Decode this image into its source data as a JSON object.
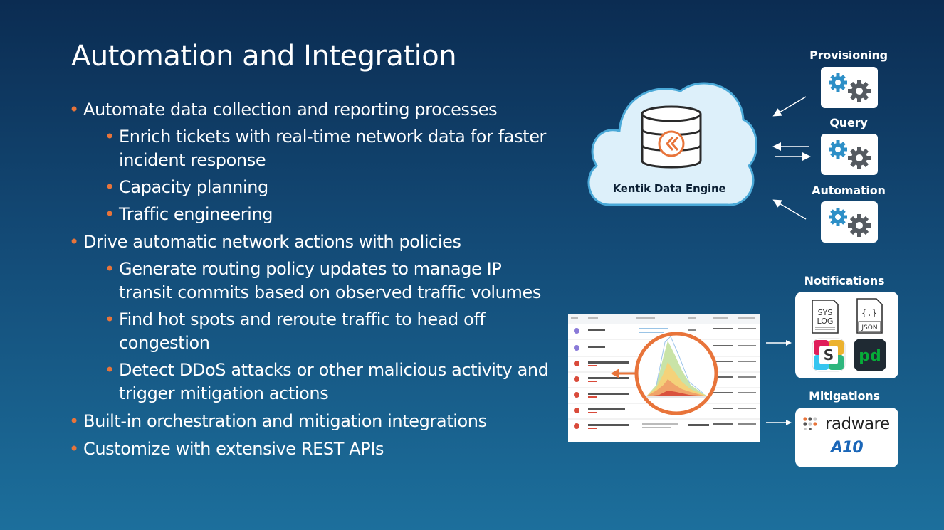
{
  "slide": {
    "title": "Automation and Integration",
    "bullets": [
      {
        "level": 1,
        "text": "Automate data collection and reporting processes"
      },
      {
        "level": 2,
        "text": "Enrich tickets with real-time network data for faster incident response"
      },
      {
        "level": 2,
        "text": "Capacity planning"
      },
      {
        "level": 2,
        "text": "Traffic engineering"
      },
      {
        "level": 1,
        "text": "Drive automatic network actions with policies"
      },
      {
        "level": 2,
        "text": "Generate routing policy updates to manage IP transit commits based on observed traffic volumes"
      },
      {
        "level": 2,
        "text": "Find hot spots and reroute traffic to head off congestion"
      },
      {
        "level": 2,
        "text": "Detect DDoS attacks or other malicious activity and trigger mitigation actions"
      },
      {
        "level": 1,
        "text": "Built-in orchestration and mitigation integrations"
      },
      {
        "level": 1,
        "text": "Customize with extensive REST APIs"
      }
    ],
    "bullet_color": "#e8743a"
  },
  "diagram": {
    "engine_label": "Kentik Data Engine",
    "provisioning_label": "Provisioning",
    "query_label": "Query",
    "automation_label": "Automation",
    "notifications_label": "Notifications",
    "mitigations_label": "Mitigations",
    "icons": {
      "gear": "gear-icon",
      "syslog": "syslog-file-icon",
      "json": "json-file-icon",
      "slack": "slack-logo-icon",
      "pagerduty": "pagerduty-logo-icon"
    },
    "syslog_text_1": "SYS",
    "syslog_text_2": "LOG",
    "json_text": "JSON",
    "json_braces": "{.}",
    "slack_letter": "S",
    "pagerduty_letters": "pd",
    "radware_text": "radware",
    "a10_text": "A10",
    "colors": {
      "cloud_fill": "#ddf0fa",
      "cloud_stroke": "#4aa9d8",
      "gear_blue": "#2d8fc7",
      "gear_gray": "#555a60",
      "kentik_orange": "#e8743a",
      "magnifier": "#e8743a"
    }
  }
}
